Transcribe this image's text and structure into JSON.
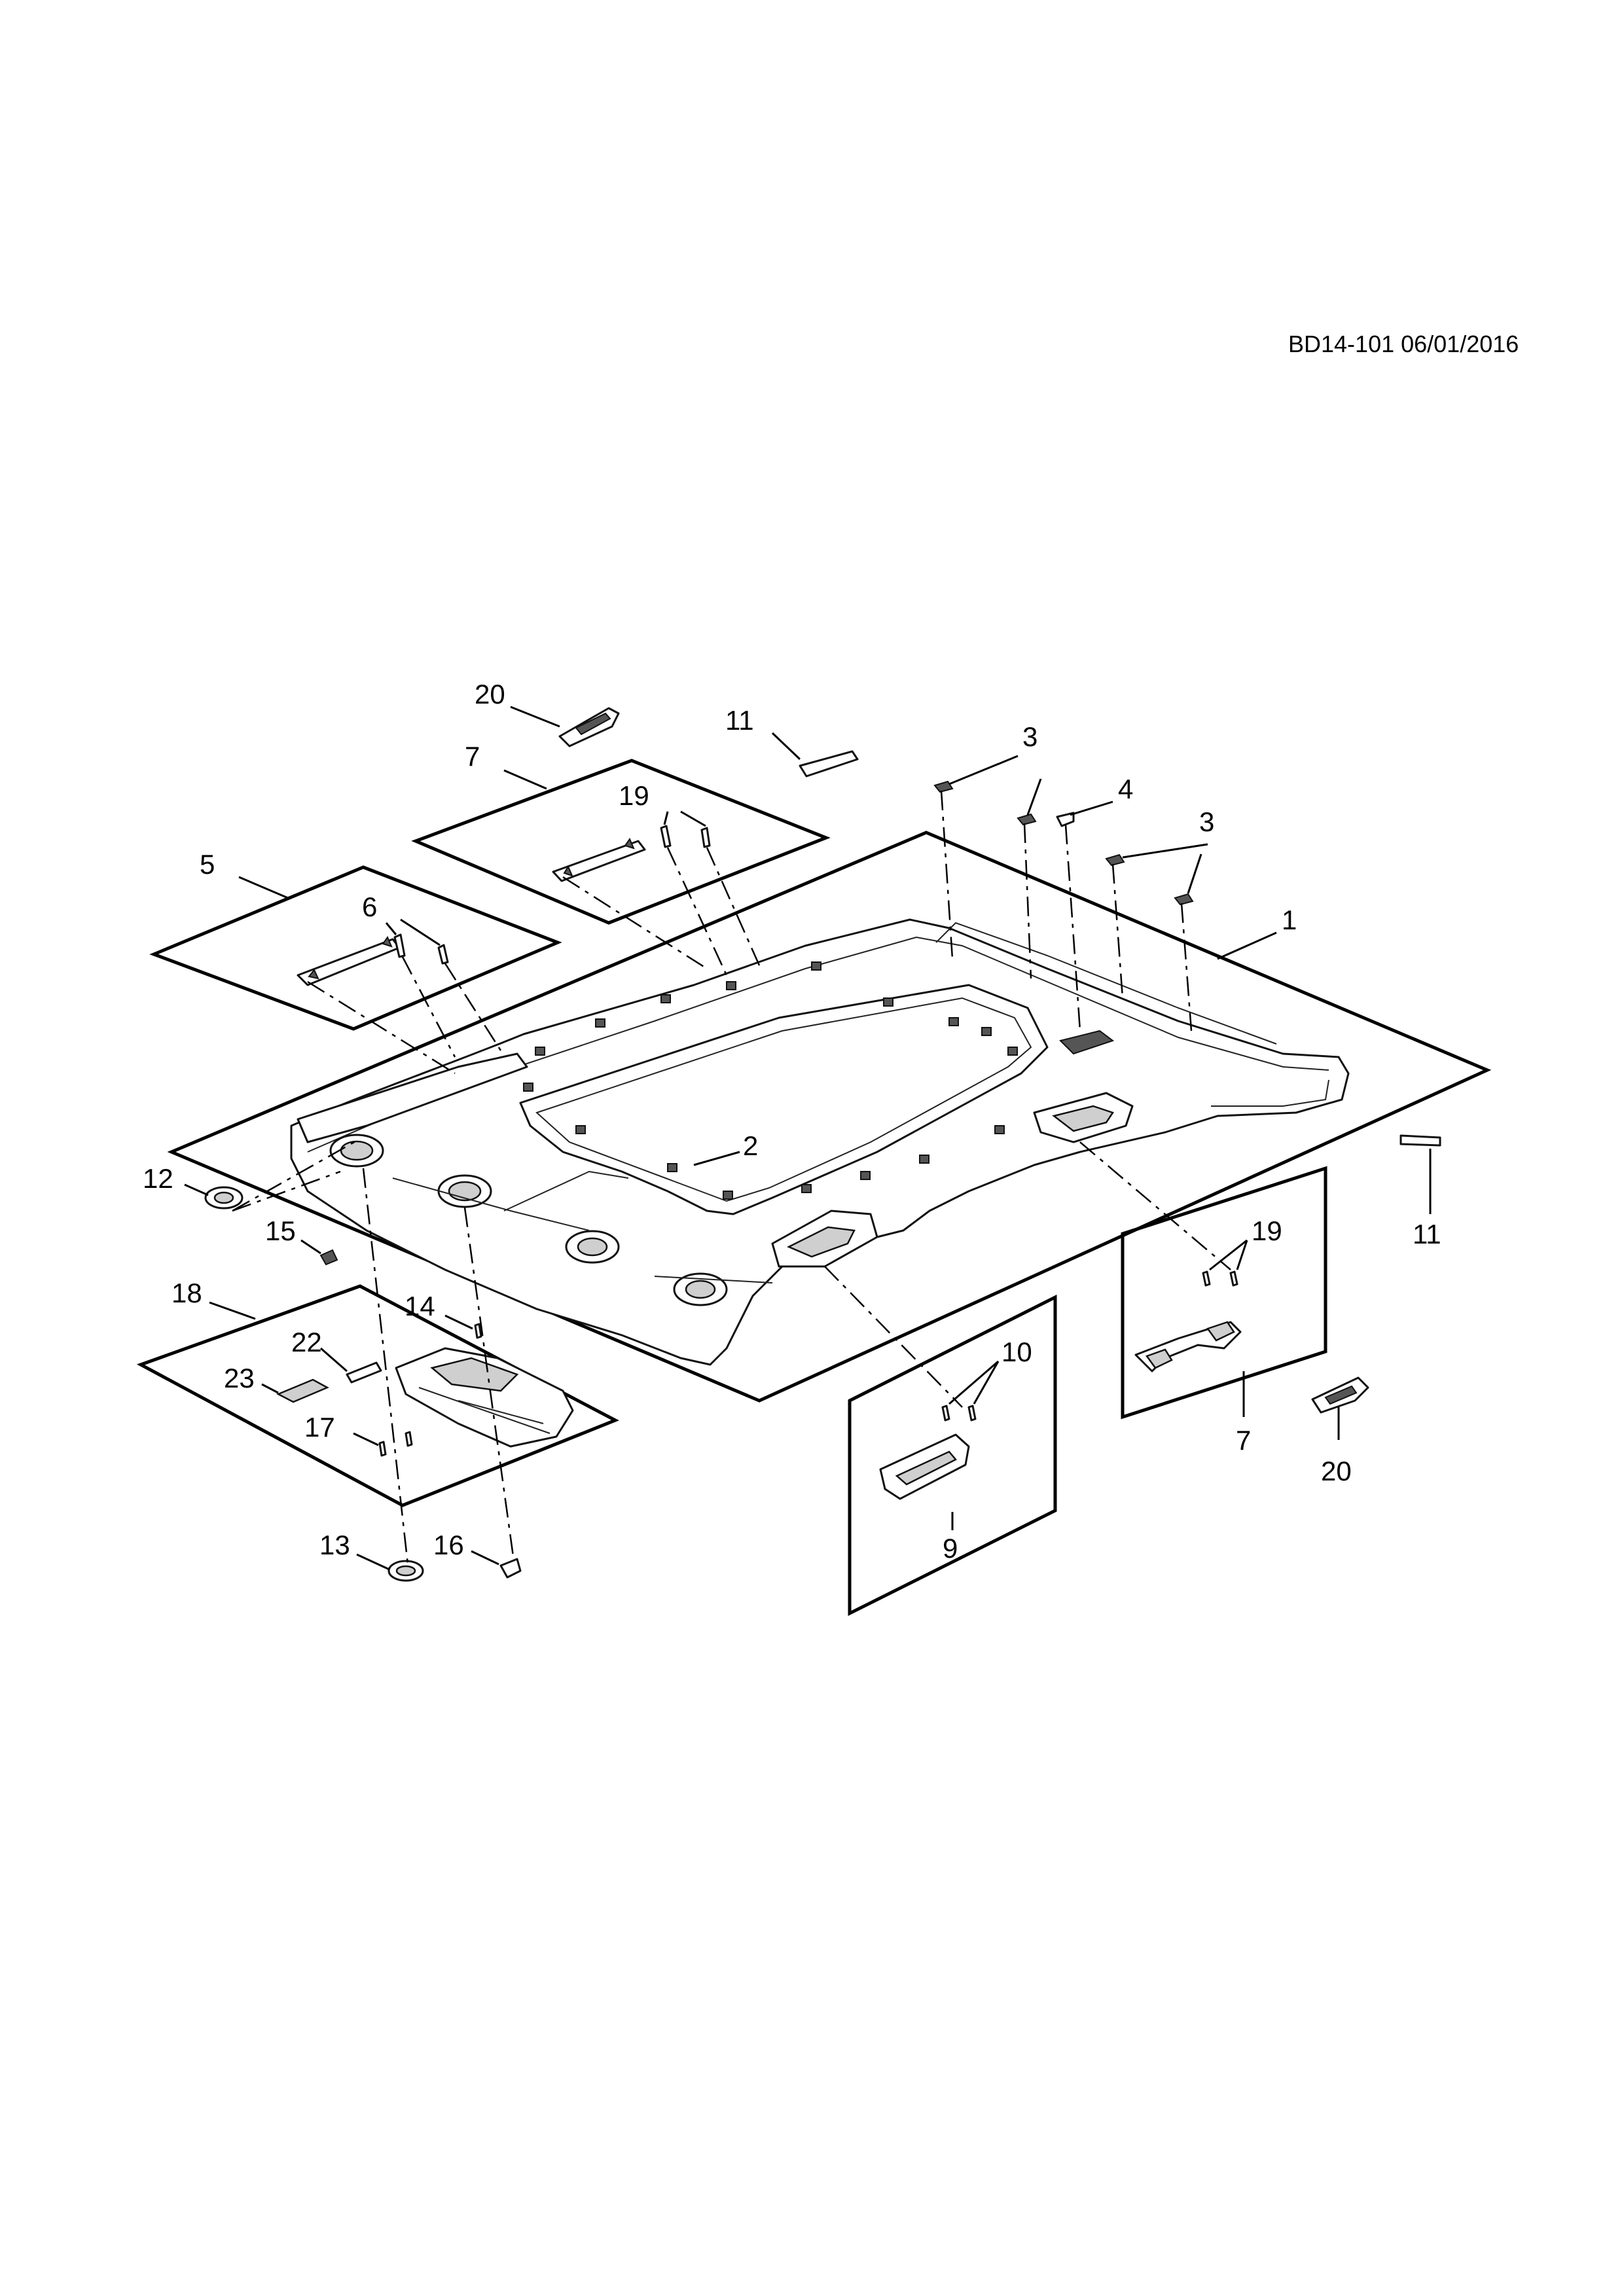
{
  "drawing_code": "BD14-101 06/01/2016",
  "callouts": {
    "c1": "1",
    "c2": "2",
    "c3a": "3",
    "c3b": "3",
    "c4": "4",
    "c5": "5",
    "c6": "6",
    "c7a": "7",
    "c7b": "7",
    "c9": "9",
    "c10": "10",
    "c11a": "11",
    "c11b": "11",
    "c12": "12",
    "c13": "13",
    "c14": "14",
    "c15": "15",
    "c16": "16",
    "c17": "17",
    "c18": "18",
    "c19a": "19",
    "c19b": "19",
    "c20a": "20",
    "c20b": "20",
    "c22": "22",
    "c23": "23"
  }
}
